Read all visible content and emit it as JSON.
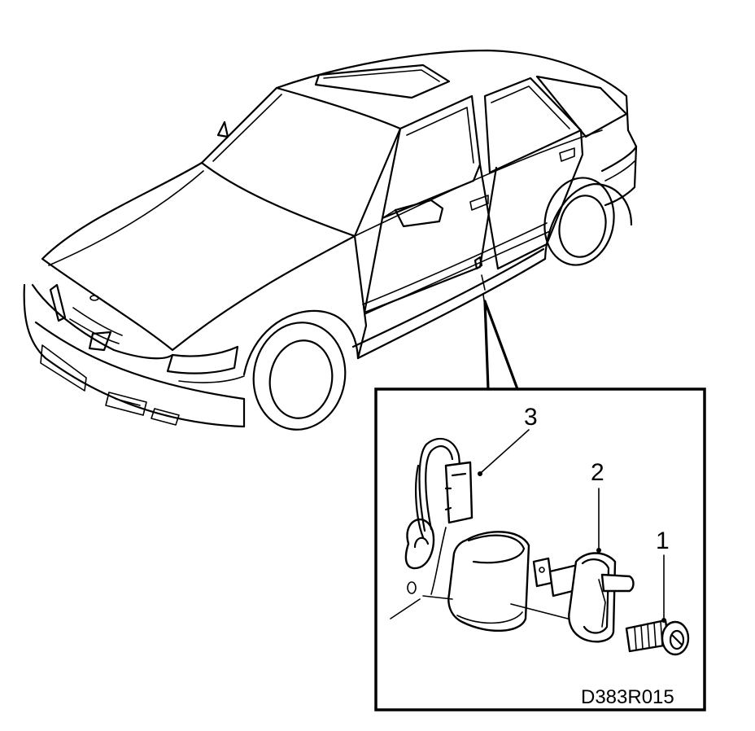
{
  "callouts": {
    "c1": "1",
    "c2": "2",
    "c3": "3"
  },
  "figure_code": "D383R015",
  "icons": {
    "car": "car-illustration",
    "screw": "screw-icon",
    "switch": "door-contact-switch-icon",
    "boot": "rubber-boot-icon",
    "wiring": "wiring-connector-icon"
  },
  "colors": {
    "line": "#000000",
    "background": "#ffffff"
  }
}
